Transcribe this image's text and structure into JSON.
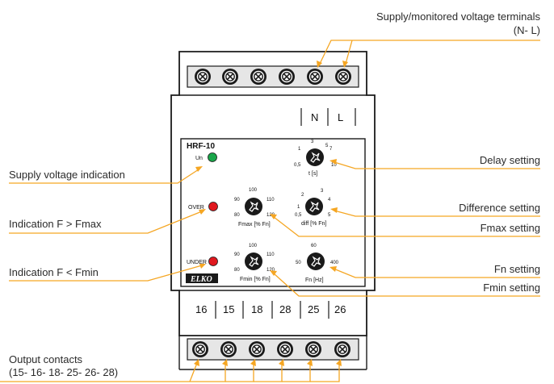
{
  "callouts": {
    "supply_terminals_line1": "Supply/monitored voltage terminals",
    "supply_terminals_line2": "(N- L)",
    "delay_setting": "Delay setting",
    "supply_indication": "Supply voltage indication",
    "difference_setting": "Difference setting",
    "over_indication": "Indication F > Fmax",
    "fmax_setting": "Fmax setting",
    "under_indication": "Indication F < Fmin",
    "fn_setting": "Fn setting",
    "fmin_setting": "Fmin setting",
    "output_contacts_line1": "Output contacts",
    "output_contacts_line2": "(15- 16- 18- 25- 26- 28)"
  },
  "device": {
    "model": "HRF-10",
    "brand_logo": "ELKO",
    "top_terminal_labels": [
      "N",
      "L"
    ],
    "bottom_terminal_labels": [
      "16",
      "15",
      "18",
      "28",
      "25",
      "26"
    ],
    "indicators": {
      "un": {
        "label": "Un",
        "color": "#1aa64a"
      },
      "over": {
        "label": "OVER",
        "color": "#e0181e"
      },
      "under": {
        "label": "UNDER",
        "color": "#e0181e"
      }
    },
    "knobs": {
      "delay": {
        "label": "t [s]",
        "scale": [
          "0,5",
          "1",
          "3",
          "5",
          "7",
          "10"
        ]
      },
      "diff": {
        "label": "diff [% Fn]",
        "scale": [
          "0,5",
          "1",
          "2",
          "3",
          "4",
          "5"
        ]
      },
      "fmax": {
        "label": "Fmax [% Fn]",
        "scale": [
          "80",
          "90",
          "100",
          "110",
          "120"
        ]
      },
      "fn": {
        "label": "Fn [Hz]",
        "scale": [
          "50",
          "60",
          "400"
        ]
      },
      "fmin": {
        "label": "Fmin [% Fn]",
        "scale": [
          "80",
          "90",
          "100",
          "110",
          "120"
        ]
      }
    }
  },
  "colors": {
    "leader_lines": "#f5a623",
    "indicator_green": "#1aa64a",
    "indicator_red": "#e0181e"
  }
}
